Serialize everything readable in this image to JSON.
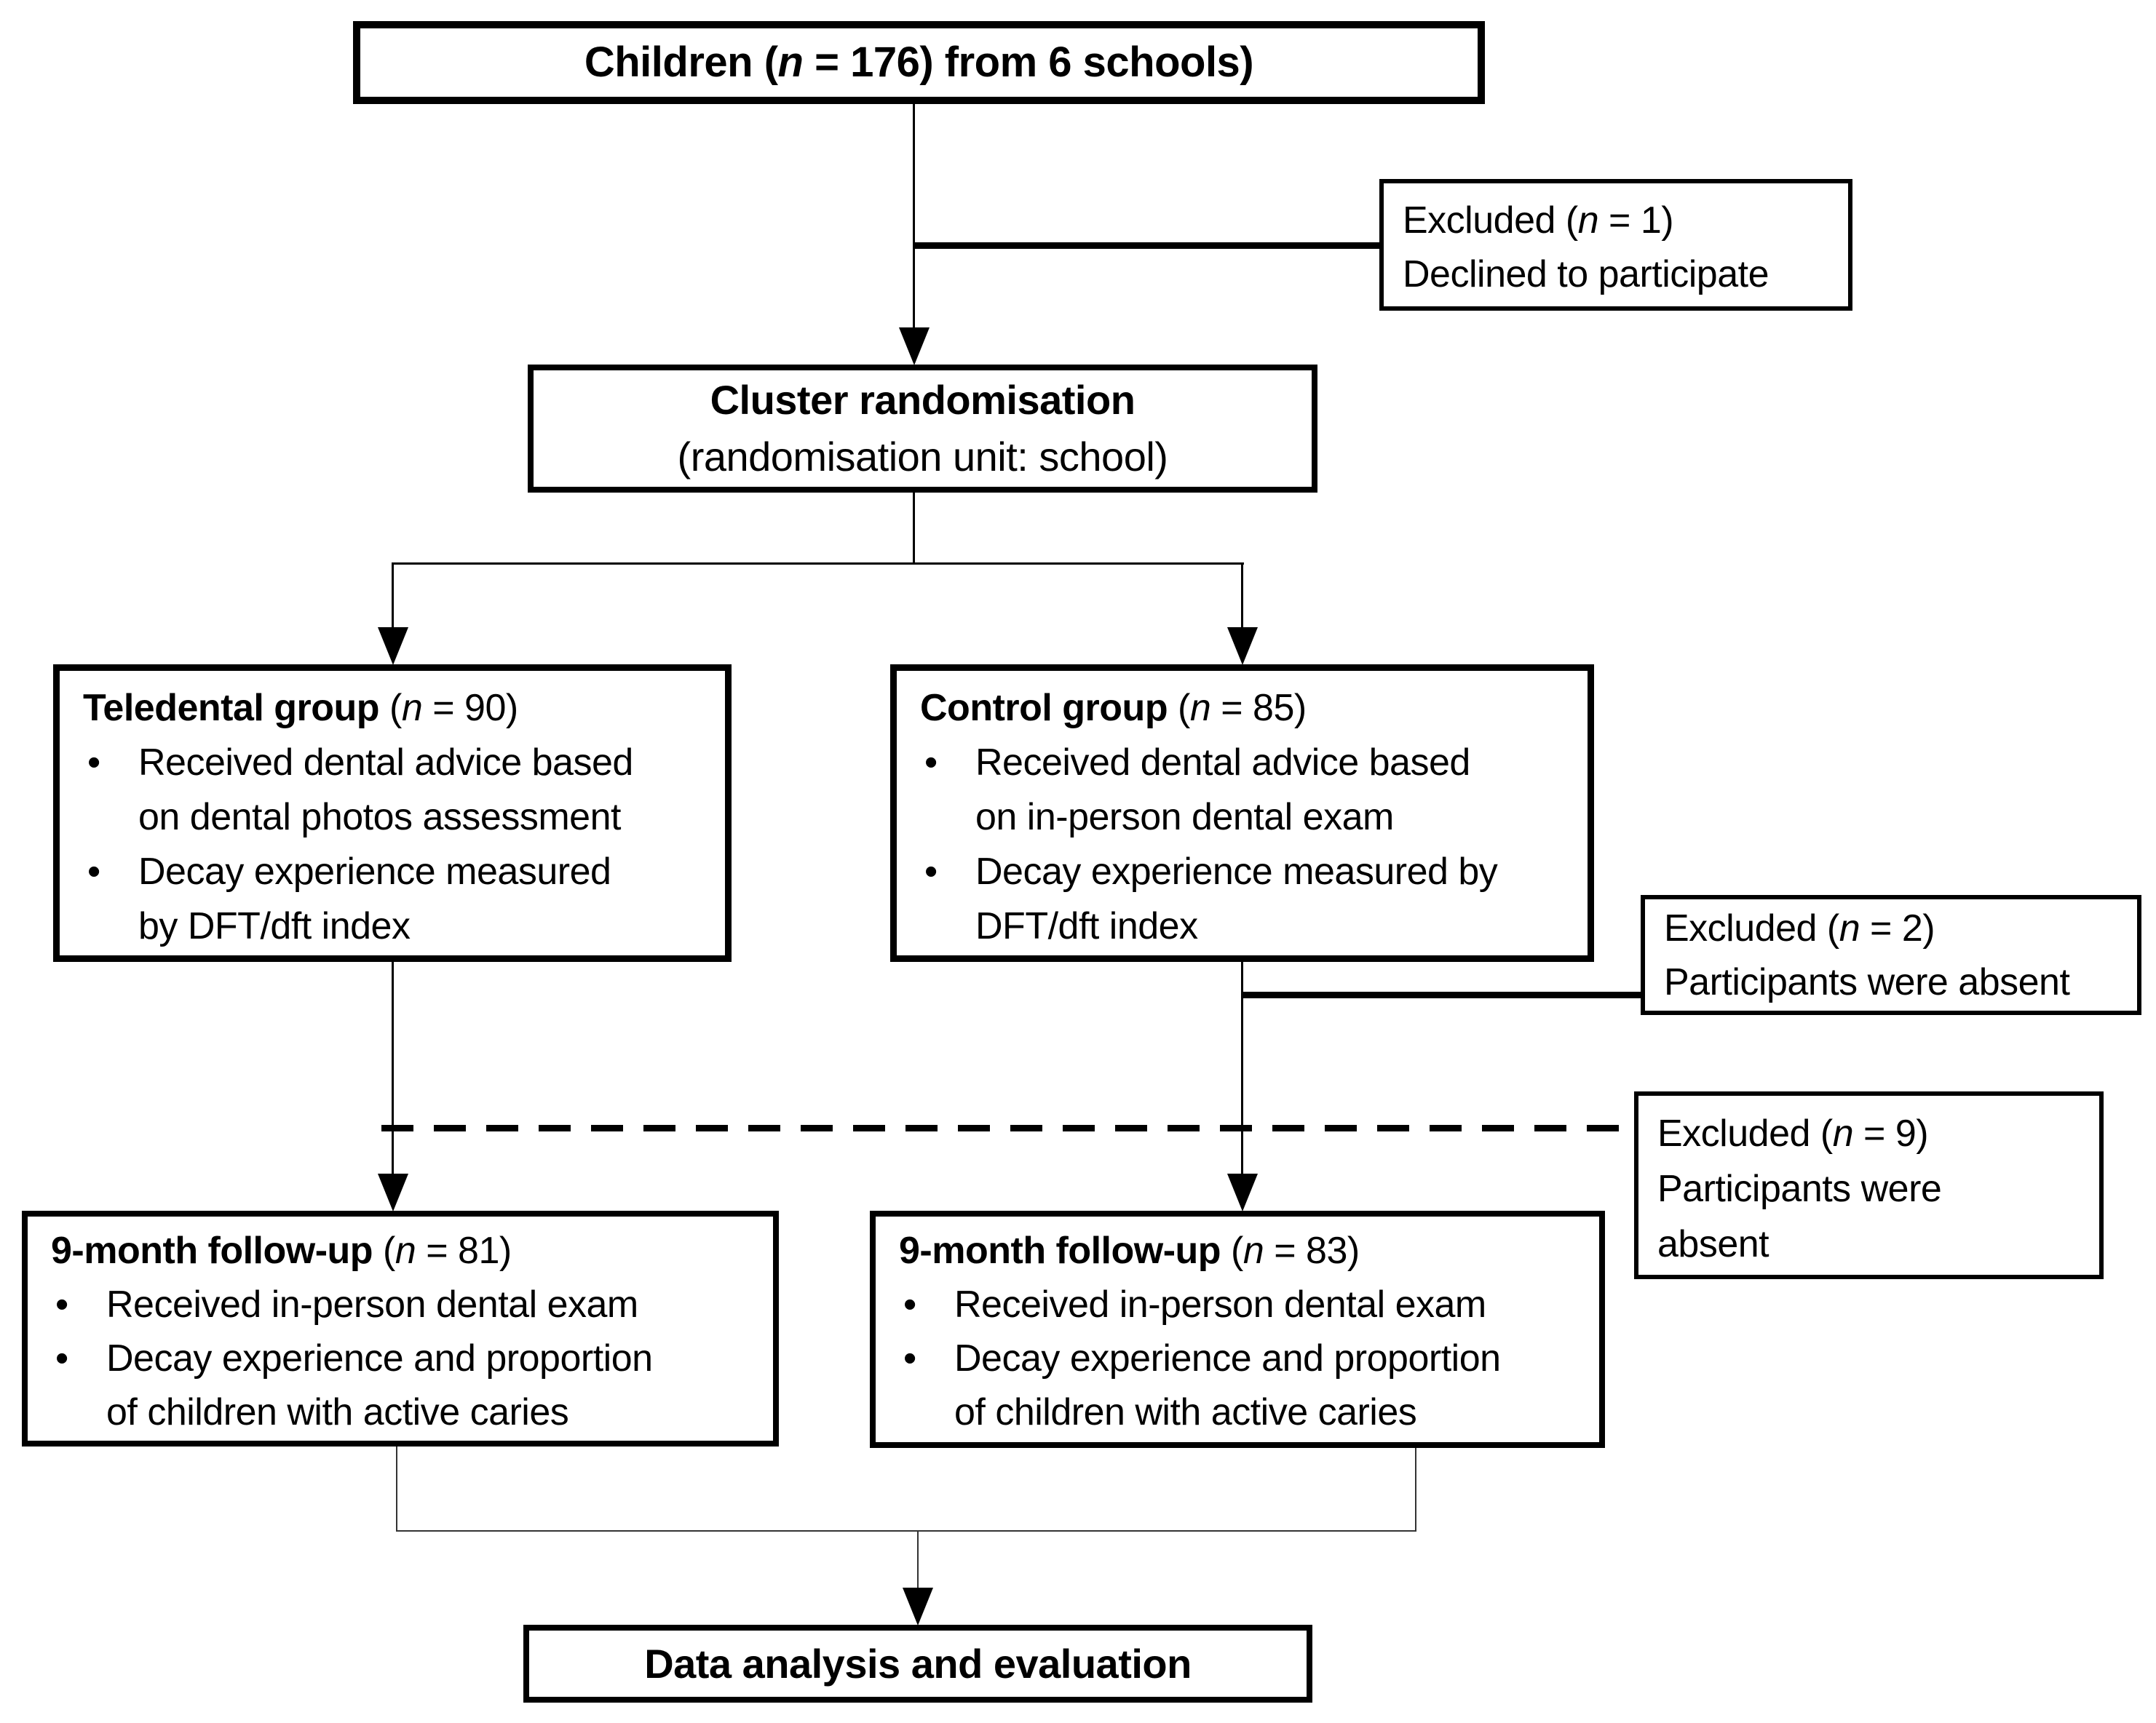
{
  "colors": {
    "ink": "#000000",
    "paper": "#ffffff"
  },
  "glyphs": {
    "bullet": "•"
  },
  "boxes": {
    "enrollment": {
      "pre": "Children (",
      "n": "n",
      "post": " = 176) from 6 schools)"
    },
    "excluded1": {
      "pre": "Excluded (",
      "n": "n",
      "post": " = 1)",
      "reason": "Declined to participate"
    },
    "randomisation": {
      "line1": "Cluster randomisation",
      "line2": "(randomisation unit: school)"
    },
    "teledental": {
      "title": "Teledental group ",
      "np1": "(",
      "n": "n",
      "np2": " = 90)",
      "bullet1": "Received dental advice based\non dental photos assessment",
      "bullet2": "Decay experience measured\nby DFT/dft index"
    },
    "control": {
      "title": "Control group ",
      "np1": "(",
      "n": "n",
      "np2": " = 85)",
      "bullet1": "Received dental advice based\non in-person dental exam",
      "bullet2": "Decay experience measured by\nDFT/dft index"
    },
    "excluded2": {
      "pre": "Excluded (",
      "n": "n",
      "post": " = 2)",
      "reason": "Participants were absent"
    },
    "excluded9": {
      "pre": "Excluded (",
      "n": "n",
      "post": " = 9)",
      "reason": "Participants were\nabsent"
    },
    "followup_teledental": {
      "title": "9-month follow-up ",
      "np1": "(",
      "n": "n",
      "np2": " = 81)",
      "bullet1": "Received in-person dental exam",
      "bullet2": "Decay experience and proportion\nof children with active caries"
    },
    "followup_control": {
      "title": "9-month follow-up ",
      "np1": "(",
      "n": "n",
      "np2": " = 83)",
      "bullet1": "Received in-person dental exam",
      "bullet2": "Decay experience and proportion\nof children with active caries"
    },
    "analysis": {
      "title": "Data analysis and evaluation"
    }
  }
}
